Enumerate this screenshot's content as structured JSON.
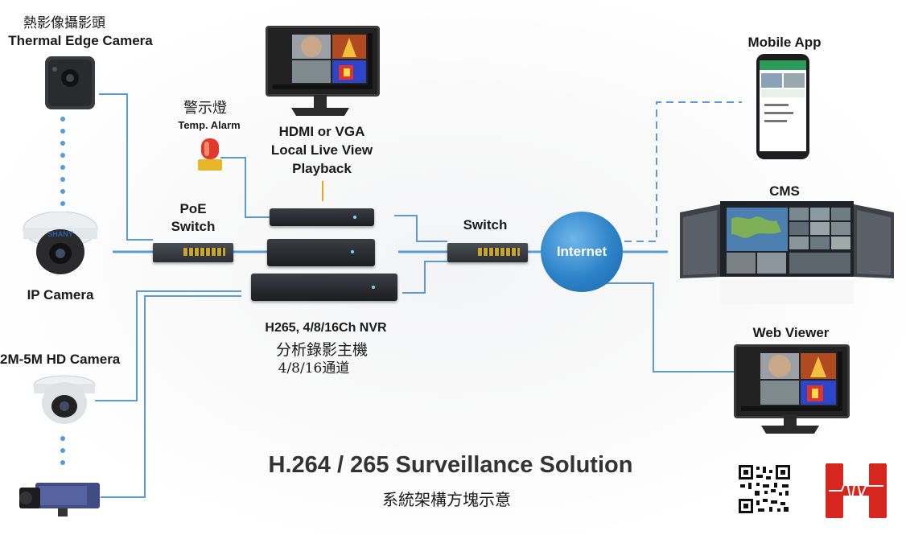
{
  "labels": {
    "thermal_zh": "熱影像攝影頭",
    "thermal_en": "Thermal Edge Camera",
    "alarm_zh": "警示燈",
    "alarm_en": "Temp. Alarm",
    "local_view": [
      "HDMI or VGA",
      "Local Live View",
      "Playback"
    ],
    "poe_switch": [
      "PoE",
      "Switch"
    ],
    "ip_camera": "IP Camera",
    "hd_camera": "2M-5M HD Camera",
    "nvr_en": "H265, 4/8/16Ch NVR",
    "nvr_zh": "分析錄影主機",
    "nvr_zh2": "4/8/16通道",
    "switch": "Switch",
    "internet": "Internet",
    "mobile_app": "Mobile App",
    "cms": "CMS",
    "web_viewer": "Web Viewer",
    "title": "H.264 / 265 Surveillance Solution",
    "subtitle": "系統架構方塊示意",
    "dome_brand": "SHANY"
  },
  "colors": {
    "wire": "#5b9bd5",
    "orange_wire": "#f0a020",
    "internet": "#2c82c7",
    "logo_red": "#d7261e"
  },
  "icons": [
    "thermal-camera-icon",
    "dome-camera-icon",
    "alarm-light-icon",
    "hd-dome-camera-icon",
    "box-camera-icon",
    "qr-code-icon"
  ]
}
